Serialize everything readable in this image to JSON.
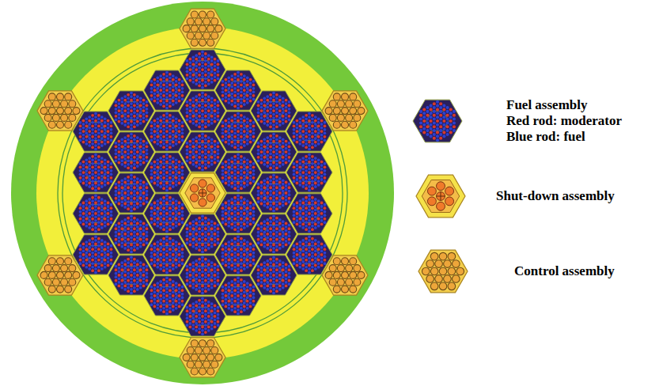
{
  "diagram": {
    "legend": [
      {
        "text": "Fuel assembly"
      },
      {
        "text": "Red rod: moderator"
      },
      {
        "text": "Blue rod: fuel"
      },
      {
        "text": "Shut-down assembly"
      },
      {
        "text": "Control assembly"
      }
    ]
  }
}
